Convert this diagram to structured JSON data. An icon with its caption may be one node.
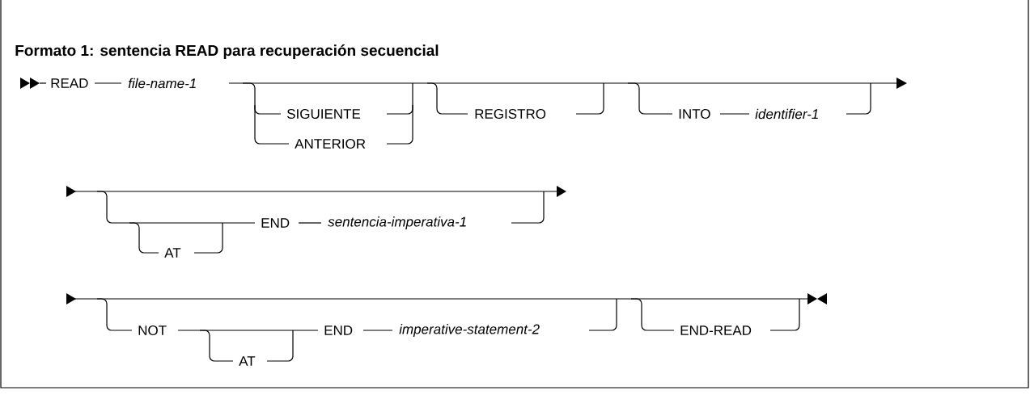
{
  "diagram": {
    "title": "Formato 1: sentencia READ para recuperación secuencial",
    "labels": [
      "READ",
      "file-name-1",
      "SIGUIENTE",
      "REGISTRO",
      "INTO",
      "identifier-1",
      "ANTERIOR",
      "END",
      "sentencia-imperativa-1",
      "AT",
      "NOT",
      "END",
      "imperative-statement-2",
      "END-READ",
      "AT"
    ]
  }
}
